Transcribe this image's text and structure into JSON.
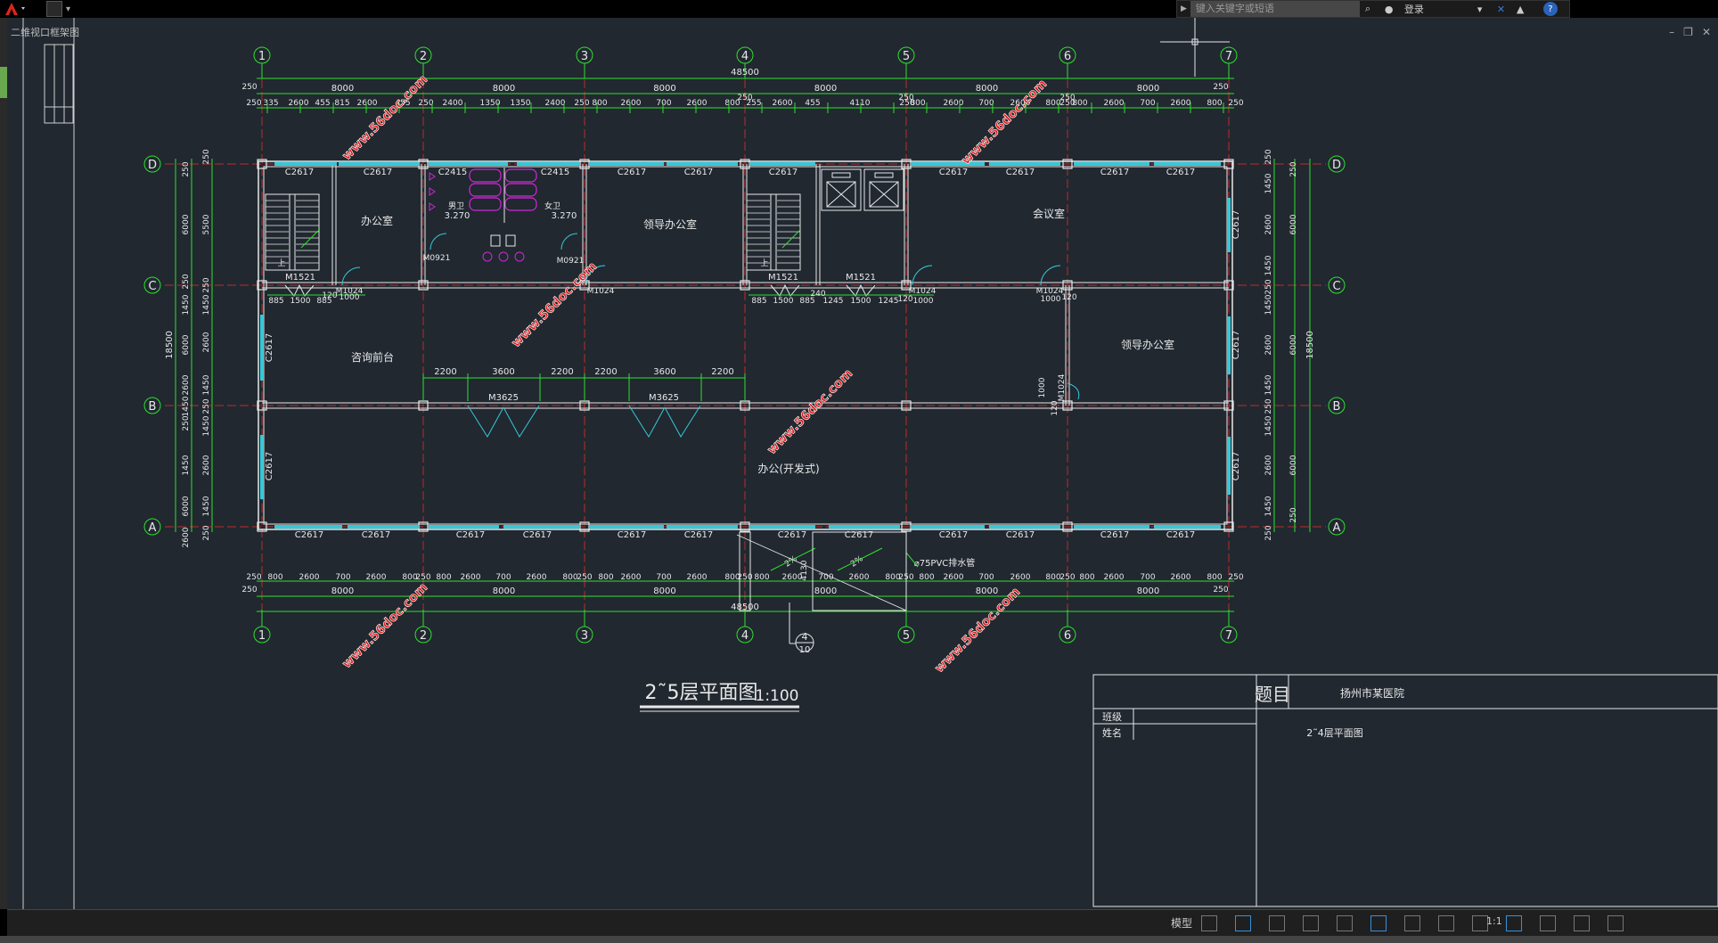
{
  "app": {
    "search_placeholder": "键入关键字或短语",
    "login_label": "登录",
    "tab_caption": "二维视口框架图"
  },
  "statusbar": {
    "model_label": "模型",
    "scale_label": "1:1"
  },
  "colors": {
    "bg": "#212830",
    "green": "#2fe02f",
    "white": "#e8e8e8",
    "cyan": "#36c8d8",
    "magenta": "#d028d8",
    "red": "#e02020",
    "axis_dashed": "#bf2a2a"
  },
  "drawing": {
    "title": "2˜5层平面图",
    "scale": "1:100",
    "grid_numbers": [
      "1",
      "2",
      "3",
      "4",
      "5",
      "6",
      "7"
    ],
    "grid_letters": [
      "D",
      "C",
      "B",
      "A"
    ],
    "overall_width": "48500",
    "overall_depth": "18500",
    "bay_dims": [
      "8000",
      "8000",
      "8000",
      "8000",
      "8000",
      "8000"
    ],
    "rooms": [
      {
        "name": "办公室"
      },
      {
        "name": "领导办公室"
      },
      {
        "name": "会议室"
      },
      {
        "name": "咨询前台"
      },
      {
        "name": "领导办公室"
      },
      {
        "name": "办公(开发式)"
      },
      {
        "name": "男卫"
      },
      {
        "name": "女卫"
      }
    ],
    "toilet_level": "3.270",
    "window_labels": [
      "C2617",
      "C2415",
      "M1521",
      "M1024",
      "M0921",
      "M3625"
    ],
    "top_detail_dims": [
      "250",
      "335",
      "2600",
      "455",
      "815",
      "2600",
      "455",
      "250",
      "2400",
      "1350",
      "1350",
      "2400",
      "250",
      "800",
      "2600",
      "700",
      "2600",
      "800",
      "255",
      "2600",
      "455",
      "4110",
      "250",
      "800",
      "2600",
      "700",
      "2600",
      "800",
      "250",
      "800",
      "2600",
      "700",
      "2600",
      "800",
      "250"
    ],
    "bottom_detail_dims": [
      "250",
      "800",
      "2600",
      "700",
      "2600",
      "800",
      "250",
      "800",
      "2600",
      "700",
      "2600",
      "800",
      "250",
      "800",
      "2600",
      "700",
      "2600",
      "800",
      "250",
      "800",
      "2600",
      "700",
      "2600",
      "800",
      "250",
      "800",
      "2600",
      "700",
      "2600",
      "800",
      "250",
      "800",
      "2600",
      "700",
      "2600",
      "800",
      "250"
    ],
    "left_dims": [
      "250",
      "6000",
      "250",
      "1450",
      "6000",
      "2600",
      "1450",
      "250",
      "1450",
      "6000",
      "2600",
      "1450",
      "250"
    ],
    "left_inner_dims": [
      "250",
      "5500",
      "250",
      "1450",
      "2600",
      "1450",
      "250",
      "1450",
      "2600",
      "1450",
      "250"
    ],
    "right_dims": [
      "250",
      "1450",
      "6000",
      "2600",
      "1450",
      "250",
      "1450",
      "6000",
      "2600",
      "1450",
      "250",
      "1450",
      "6000",
      "2600",
      "1450",
      "250"
    ],
    "corridor_dims": [
      "2200",
      "3600",
      "2200",
      "2200",
      "3600",
      "2200"
    ],
    "stair_dims": [
      "885",
      "1500",
      "885",
      "120",
      "1000"
    ],
    "stair2_dims": [
      "885",
      "1500",
      "885",
      "240",
      "1245",
      "1500",
      "1245",
      "120",
      "1000"
    ],
    "door_side": {
      "a": "1000",
      "b": "120",
      "label": "M1024"
    },
    "pipe_label": "⌀75PVC排水管",
    "slope": "2%",
    "slope2": "2%",
    "dim_4130": "4130",
    "section_callout": {
      "top": "4",
      "bottom": "10"
    },
    "watermark": "www.56doc.com",
    "titleblock": {
      "title_label": "题目",
      "class_label": "班级",
      "name_label": "姓名",
      "project": "扬州市某医院",
      "sheet": "2˜4层平面图"
    }
  }
}
